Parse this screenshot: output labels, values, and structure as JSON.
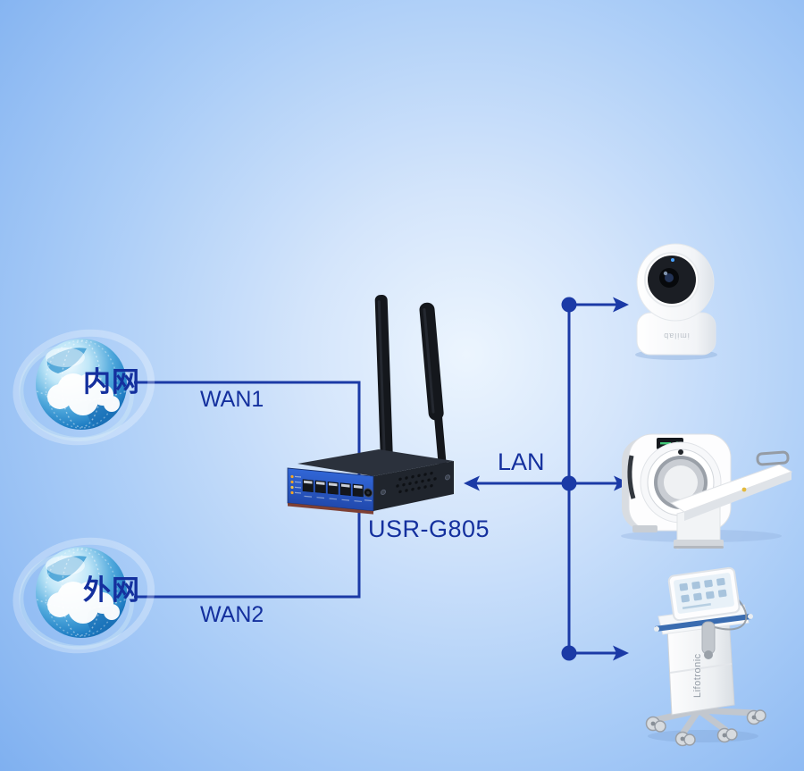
{
  "diagram": {
    "title_hint": "USR-G805 industrial router networking diagram",
    "colors": {
      "line": "#1b3aa6",
      "label_text": "#14309e",
      "background_center": "#ecf5fe",
      "background_edge": "#7fb0f0"
    },
    "nodes": {
      "intranet_globe": {
        "label": "内网"
      },
      "extranet_globe": {
        "label": "外网"
      },
      "router": {
        "model": "USR-G805"
      },
      "ip_camera": {
        "brand": "imilab"
      },
      "ct_scanner": {},
      "therapy_cart": {
        "brand": "Lifotronic"
      }
    },
    "links": {
      "wan1": {
        "label": "WAN1"
      },
      "wan2": {
        "label": "WAN2"
      },
      "lan": {
        "label": "LAN"
      }
    }
  }
}
